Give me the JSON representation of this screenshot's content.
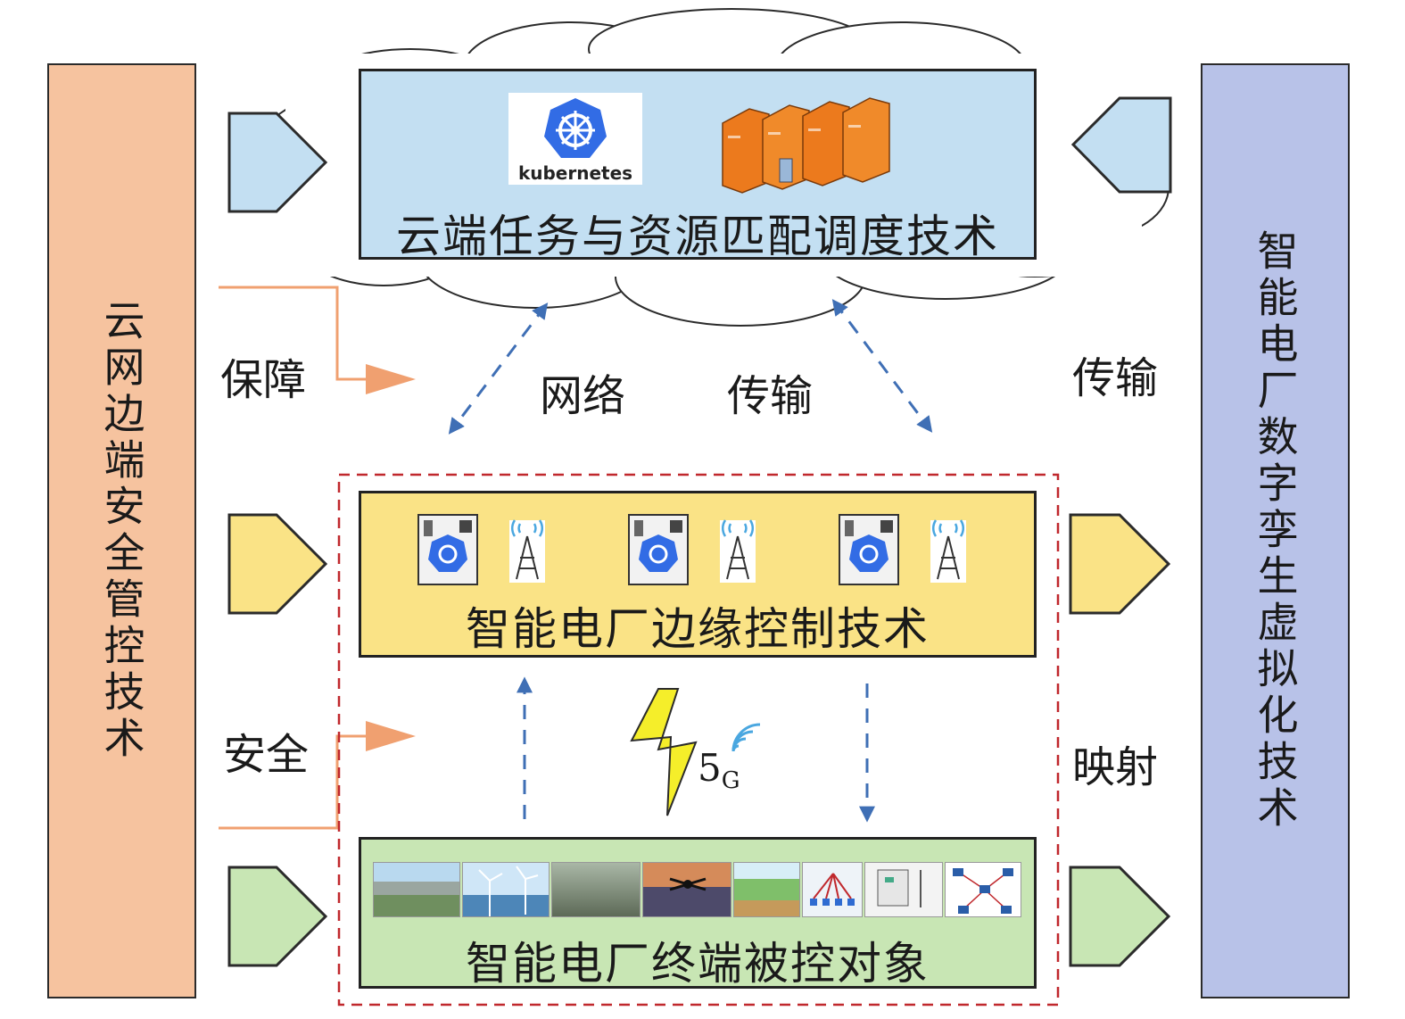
{
  "left_panel": {
    "text": "云网边端安全管控技术",
    "color": "#f6c39f"
  },
  "right_panel": {
    "text": "智能电厂数字孪生虚拟化技术",
    "color": "#b8c2e8"
  },
  "cloud_layer": {
    "title": "云端任务与资源匹配调度技术",
    "logo_text": "kubernetes",
    "color": "#c3dff2"
  },
  "edge_layer": {
    "title": "智能电厂边缘控制技术",
    "color": "#fae386"
  },
  "terminal_layer": {
    "title": "智能电厂终端被控对象",
    "color": "#c8e6b4"
  },
  "labels": {
    "guarantee": "保障",
    "security": "安全",
    "network": "网络",
    "transmission_mid": "传输",
    "transmission_right": "传输",
    "mapping": "映射",
    "fiveg_main": "5",
    "fiveg_sub": "G"
  },
  "colors": {
    "arrow_blue": "#3f6fb5",
    "arrow_orange": "#f0a070",
    "dash_red": "#c0282d",
    "bolt": "#f5ee2a"
  }
}
